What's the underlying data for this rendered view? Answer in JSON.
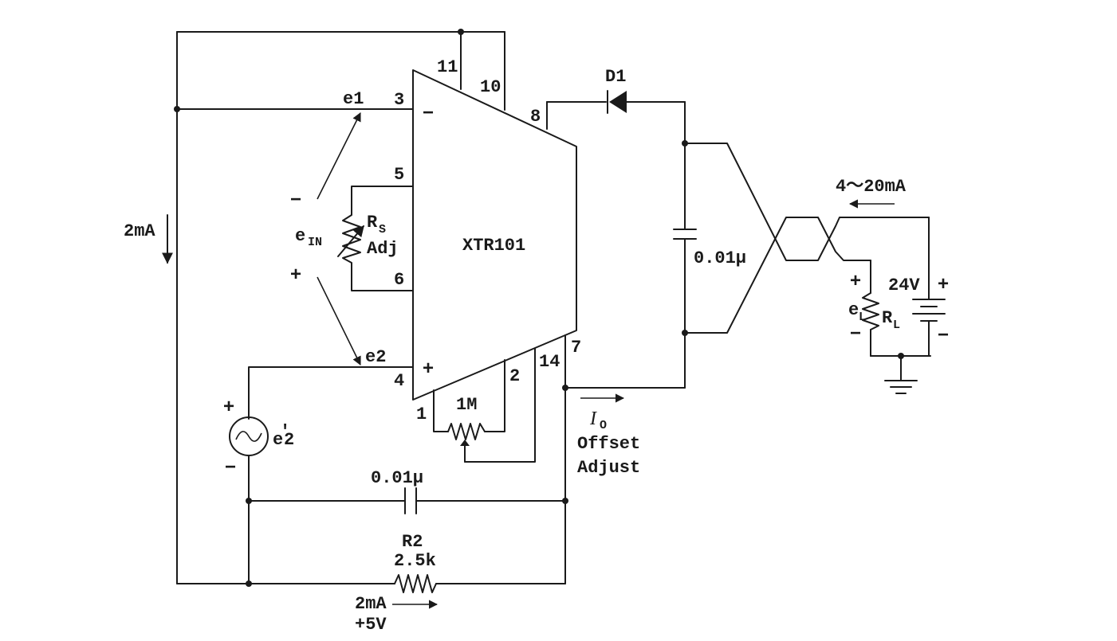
{
  "chip": {
    "name": "XTR101",
    "pins": {
      "p1": "1",
      "p2": "2",
      "p3": "3",
      "p4": "4",
      "p5": "5",
      "p6": "6",
      "p7": "7",
      "p8": "8",
      "p10": "10",
      "p11": "11",
      "p14": "14"
    },
    "inv_sign": "−",
    "noninv_sign": "+"
  },
  "labels": {
    "e1": "e1",
    "e2": "e2",
    "ein_main": "e",
    "ein_sub": "IN",
    "ein_minus": "−",
    "ein_plus": "+",
    "rs_main": "R",
    "rs_sub": "S",
    "rs_adj": "Adj",
    "left_current": "2mA",
    "trim_pot": "1M",
    "io_main": "I",
    "io_sub": "O",
    "offset_line1": "Offset",
    "offset_line2": "Adjust",
    "diode": "D1",
    "cap_right": "0.01μ",
    "cap_bottom": "0.01μ",
    "r2_name": "R2",
    "r2_value": "2.5k",
    "bottom_current": "2mA",
    "bottom_voltage": "+5V",
    "src_main": "e",
    "src_prime": "′",
    "src_sub": "2",
    "src_plus": "+",
    "src_minus": "−",
    "loop_current": "4～20mA",
    "el_main": "e",
    "el_sub": "L",
    "el_plus": "+",
    "el_minus": "−",
    "rl_main": "R",
    "rl_sub": "L",
    "battery": "24V",
    "batt_plus": "+",
    "batt_minus": "−"
  }
}
